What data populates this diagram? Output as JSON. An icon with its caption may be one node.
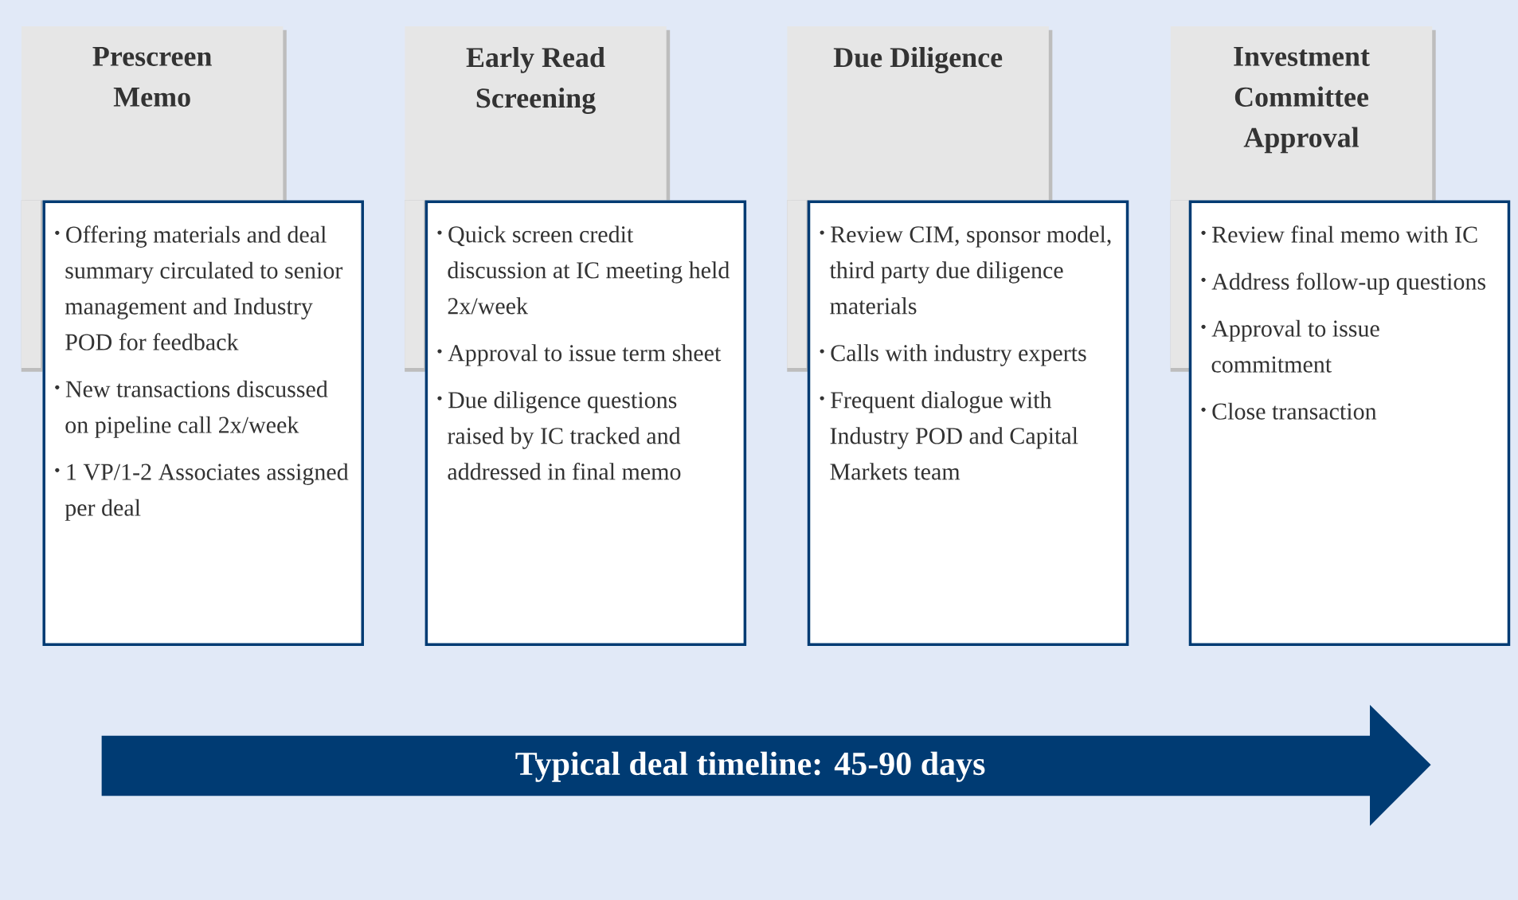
{
  "diagram": {
    "nodes": [
      {
        "text": [
          "Prescreen Memo"
        ]
      },
      {
        "text": [
          "Offering materials and deal summary circulated to senior management and Industry POD for feedback",
          "New transactions discussed on pipeline call 2x/week",
          "1 VP/1-2 Associates assigned per deal"
        ]
      },
      {
        "text": [
          "Early Read Screening"
        ]
      },
      {
        "text": [
          "Quick screen credit discussion at IC meeting held 2x/week",
          "Approval to issue term sheet",
          "Due diligence questions raised by IC tracked and addressed in final memo"
        ]
      },
      {
        "text": [
          "Due Diligence"
        ]
      },
      {
        "text": [
          "Review CIM, sponsor model, third party due diligence materials",
          "Calls with industry experts",
          "Frequent dialogue with Industry POD and Capital Markets team"
        ]
      },
      {
        "text": [
          "Investment Committee Approval"
        ]
      },
      {
        "text": [
          "Review final memo with IC",
          "Address follow-up questions",
          "Approval to issue commitment",
          "Close transaction"
        ]
      },
      {
        "text": [
          "Typical deal timeline: 45-90 days"
        ]
      }
    ]
  }
}
